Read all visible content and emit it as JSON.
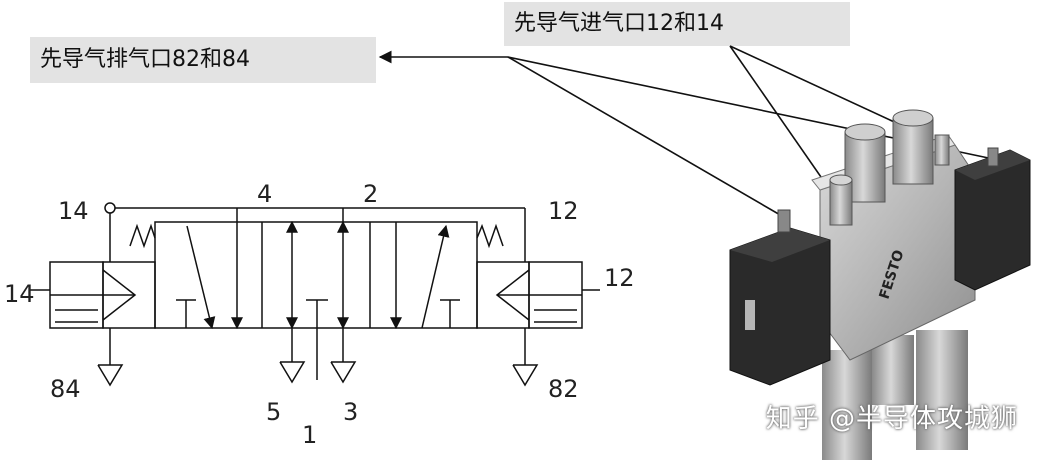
{
  "labels": {
    "exhaust": "先导气排气口82和84",
    "inlet": "先导气进气口12和14"
  },
  "ports": {
    "p14_top": "14",
    "p4": "4",
    "p2": "2",
    "p12_top": "12",
    "p14_left": "14",
    "p12_right": "12",
    "p84": "84",
    "p82": "82",
    "p5": "5",
    "p3": "3",
    "p1": "1"
  },
  "product": {
    "brand_text": "FESTO"
  },
  "watermark": "知乎 @半导体攻城狮"
}
